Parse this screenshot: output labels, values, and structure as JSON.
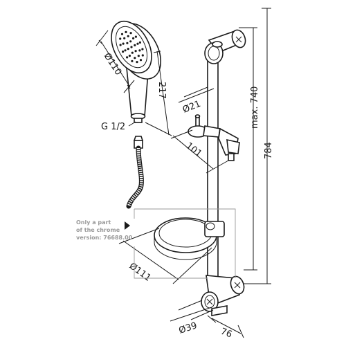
{
  "dimensions": {
    "head_diameter": "Ø110",
    "handle_length": "217",
    "rod_diameter": "Ø21",
    "connection_thread": "G 1/2",
    "holder_width": "101",
    "max_height": "max. 740",
    "total_height": "784",
    "soap_dish_diameter": "Ø111",
    "bracket_diameter": "Ø39",
    "wall_distance": "76"
  },
  "note": {
    "line1": "Only a part",
    "line2": "of the chrome",
    "line3": "version: 76688.00"
  }
}
